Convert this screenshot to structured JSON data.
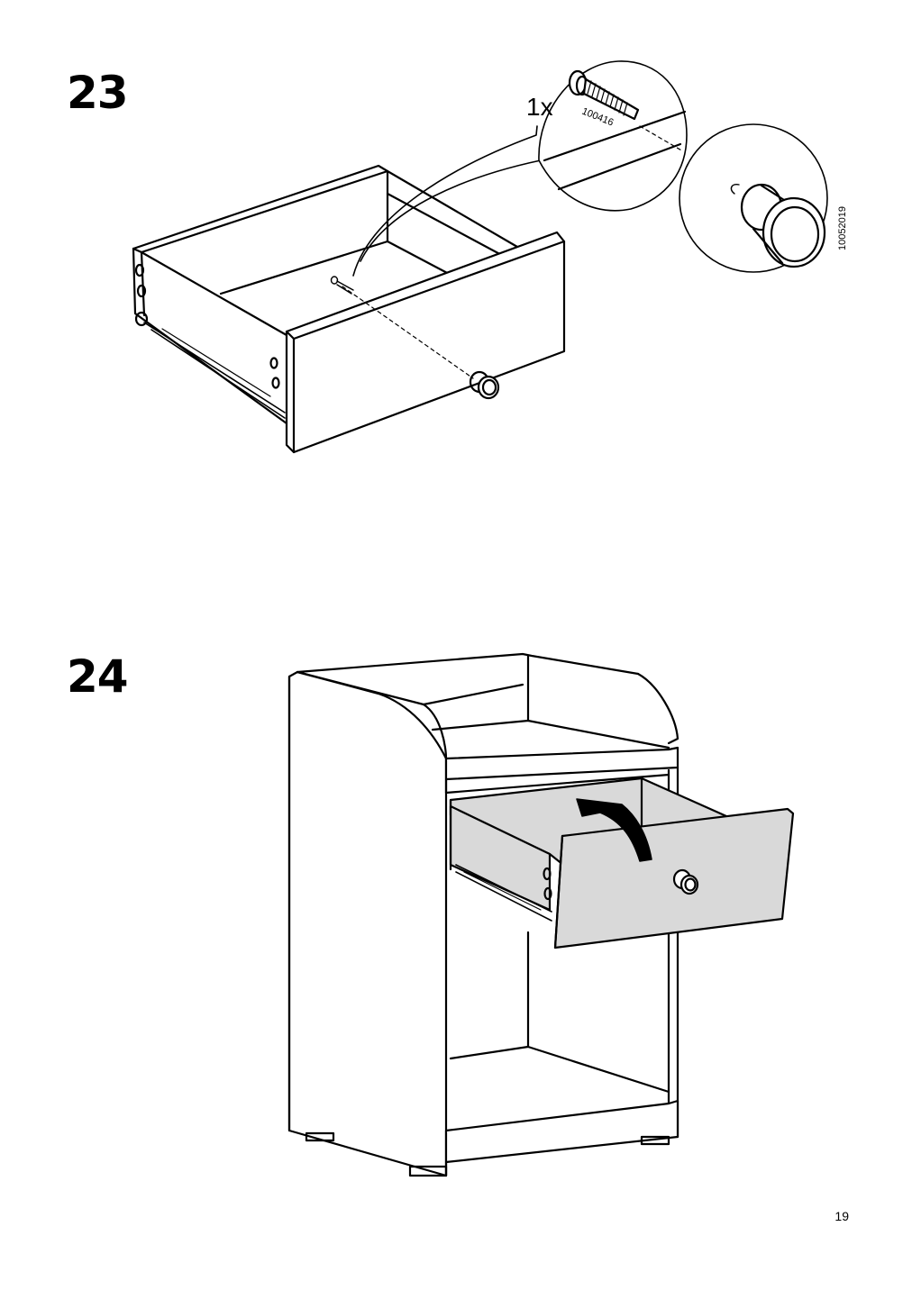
{
  "page": {
    "number": "19"
  },
  "step_23": {
    "number": "23",
    "quantity_label": "1x",
    "screw_part_number": "100416",
    "knob_part_number": "10052019"
  },
  "step_24": {
    "number": "24"
  },
  "colors": {
    "line": "#000000",
    "drawer_fill": "#d9d9d9",
    "background": "#ffffff"
  },
  "icons": [
    "screw-icon",
    "knob-icon",
    "insert-drawer-arrow-icon"
  ]
}
